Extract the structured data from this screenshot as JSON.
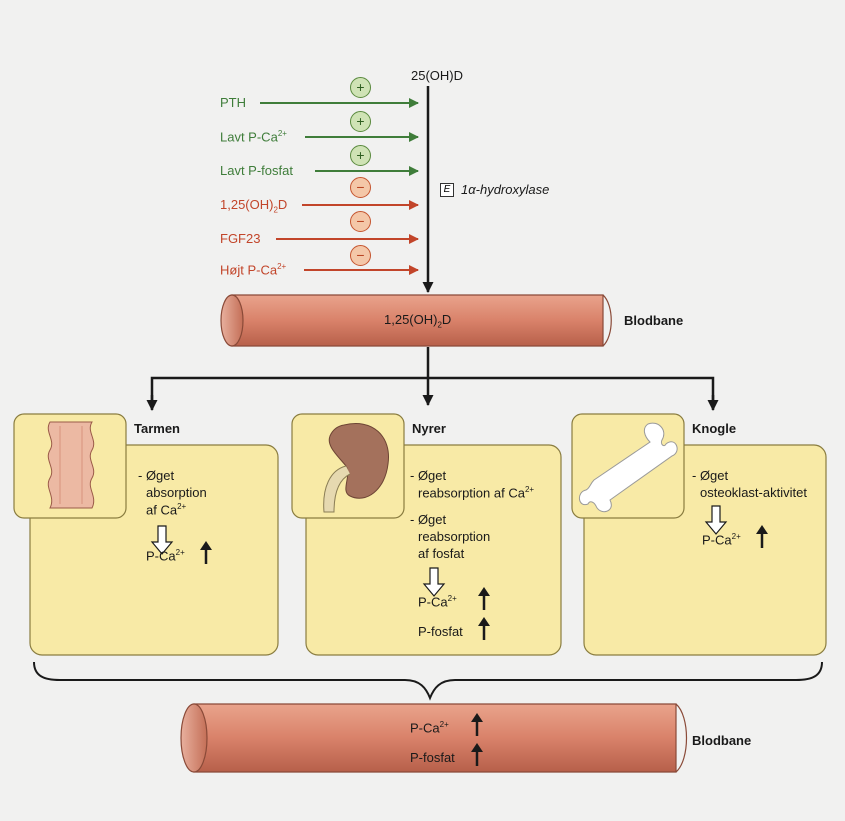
{
  "source": "25(OH)D",
  "enzyme": {
    "box": "E",
    "name": "1α-hydroxylase"
  },
  "regulators": [
    {
      "label": "PTH",
      "sign": "+"
    },
    {
      "label": "Lavt P-Ca",
      "sup": "2+",
      "sign": "+"
    },
    {
      "label": "Lavt P-fosfat",
      "sign": "+"
    },
    {
      "label": "1,25(OH)",
      "sub": "2",
      "tail": "D",
      "sign": "−"
    },
    {
      "label": "FGF23",
      "sign": "−"
    },
    {
      "label": "Højt P-Ca",
      "sup": "2+",
      "sign": "−"
    }
  ],
  "top_vessel": {
    "content": "1,25(OH)",
    "sub": "2",
    "tail": "D",
    "label": "Blodbane"
  },
  "organs": [
    {
      "title": "Tarmen",
      "lines": [
        "- Øget",
        "absorption",
        "af Ca"
      ],
      "line3_sup": "2+",
      "result": "P-Ca",
      "result_sup": "2+"
    },
    {
      "title": "Nyrer",
      "line1": "- Øget",
      "line2": "reabsorption af Ca",
      "line2_sup": "2+",
      "line3": "- Øget",
      "line4": "reabsorption",
      "line5": "af fosfat",
      "result1": "P-Ca",
      "result1_sup": "2+",
      "result2": "P-fosfat"
    },
    {
      "title": "Knogle",
      "line1": "- Øget",
      "line2": "osteoklast-aktivitet",
      "result": "P-Ca",
      "result_sup": "2+"
    }
  ],
  "bottom_vessel": {
    "line1": "P-Ca",
    "line1_sup": "2+",
    "line2": "P-fosfat",
    "label": "Blodbane"
  },
  "colors": {
    "stimulate": "#3f7d3a",
    "inhibit": "#c2452a",
    "panel": "#f8eaa6",
    "vessel": "#d9826a"
  }
}
